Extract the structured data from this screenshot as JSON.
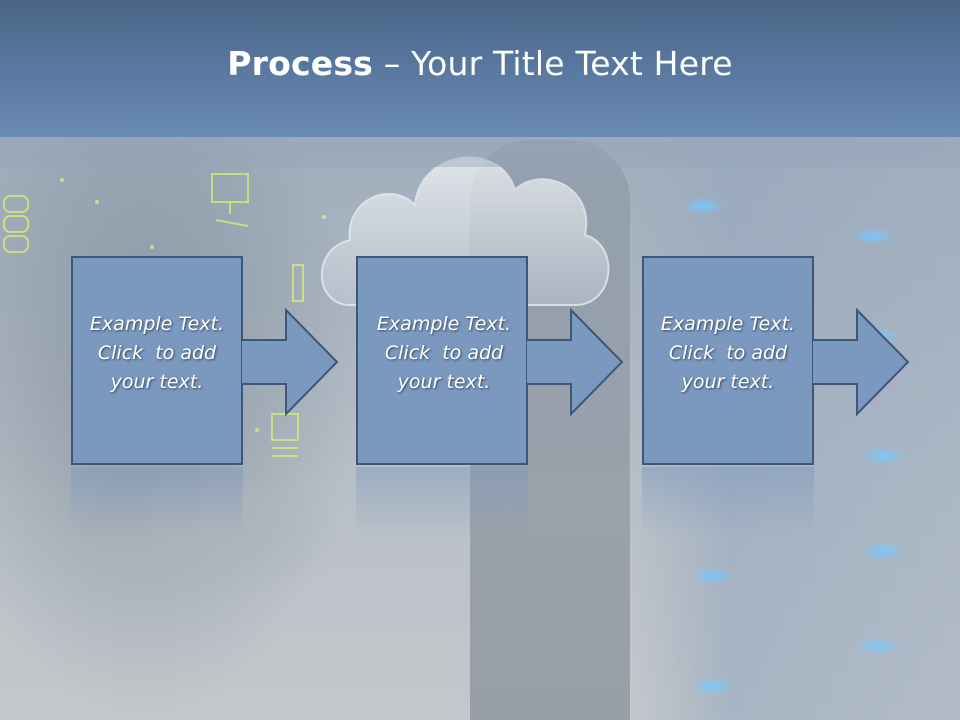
{
  "slide": {
    "title_bold": "Process",
    "title_rest": " – Your Title Text Here"
  },
  "steps": [
    {
      "line1": "Example Text.",
      "line2": "Click  to add",
      "line3": "your text."
    },
    {
      "line1": "Example Text.",
      "line2": "Click  to add",
      "line3": "your text."
    },
    {
      "line1": "Example Text.",
      "line2": "Click  to add",
      "line3": "your text."
    }
  ],
  "colors": {
    "title_bar": "#5a7aa2",
    "box_fill": "#7b98bf",
    "box_border": "#3f5678",
    "title_text": "#ffffff"
  },
  "icons": [
    "cloud-icon",
    "monitor-icon",
    "server-stack-icon",
    "arrow-right-icon"
  ]
}
